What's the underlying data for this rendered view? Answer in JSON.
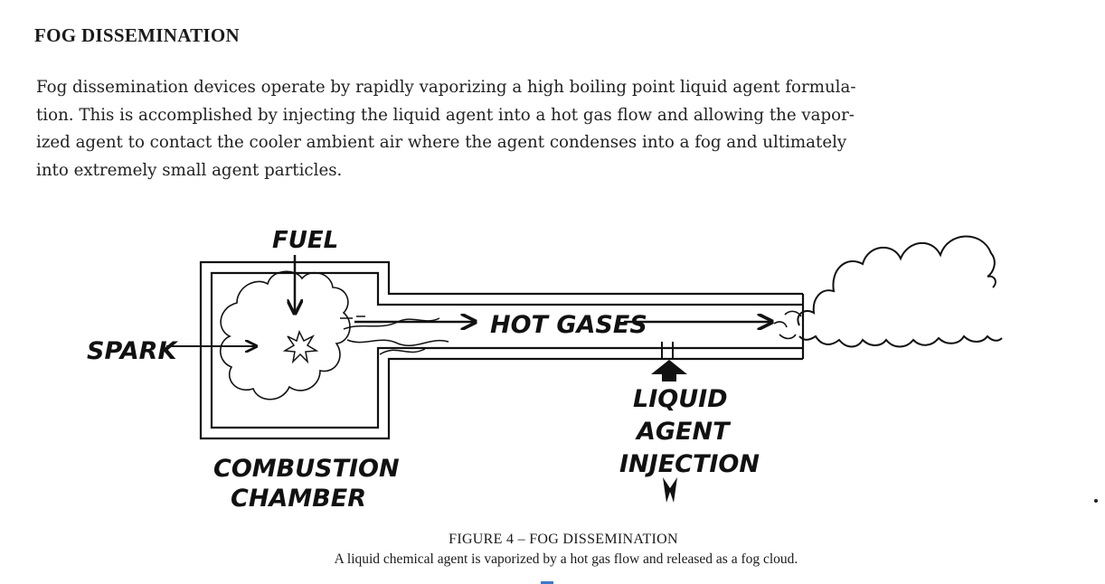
{
  "section": {
    "heading": "FOG DISSEMINATION",
    "paragraph_lines": [
      "Fog dissemination devices operate by rapidly vaporizing a high boiling point liquid agent formula-",
      "tion. This is accomplished by injecting the liquid agent into a hot gas flow and allowing the vapor-",
      "ized agent to contact the cooler ambient air where the agent condenses into a fog and ultimately",
      "into extremely small agent particles."
    ]
  },
  "diagram": {
    "labels": {
      "fuel": "FUEL",
      "spark": "SPARK",
      "hot_gases": "HOT GASES",
      "liquid": "LIQUID",
      "agent": "AGENT",
      "injection": "INJECTION",
      "combustion": "COMBUSTION",
      "chamber": "CHAMBER"
    }
  },
  "figure": {
    "title": "FIGURE 4  –  FOG DISSEMINATION",
    "caption": "A liquid chemical agent is vaporized by a hot gas flow and released as a fog cloud."
  }
}
